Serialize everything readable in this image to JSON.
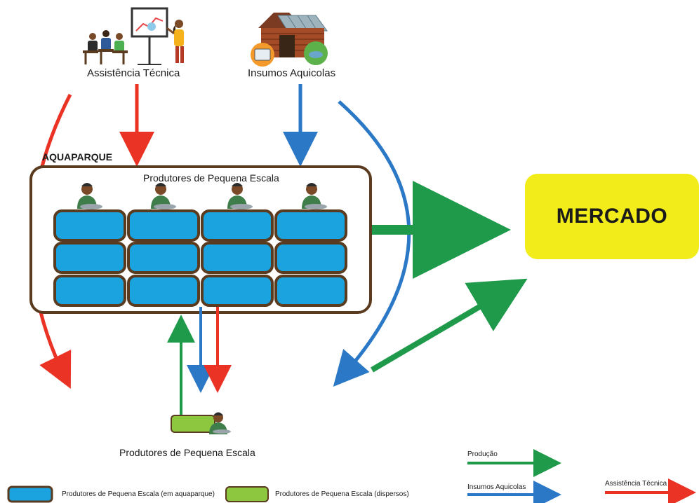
{
  "sources": {
    "assistencia_label": "Assistência Técnica",
    "insumos_label": "Insumos Aquicolas"
  },
  "aquaparque": {
    "title": "AQUAPARQUE",
    "producers_title": "Produtores  de Pequena Escala",
    "pond_rows": 3,
    "pond_cols": 4,
    "farmers": 4
  },
  "mercado": {
    "label": "MERCADO"
  },
  "dispersed": {
    "label": "Produtores  de Pequena Escala"
  },
  "legend": {
    "aquaparque_label": "Produtores  de Pequena Escala (em aquaparque)",
    "dispersos_label": "Produtores  de Pequena Escala (dispersos)",
    "producao_label": "Produção",
    "insumos_label": "Insumos Aquicolas",
    "assistencia_label": "Assistência Técnica"
  },
  "colors": {
    "producao": "#1f9a4a",
    "insumos": "#2a78c6",
    "assistencia": "#ea3324",
    "pond_fill": "#1aa3de",
    "pond_border": "#5a3b1f",
    "dispersed_fill": "#8dc63f",
    "mercado_fill": "#f2ec1b",
    "frame": "#5a3b1f"
  }
}
